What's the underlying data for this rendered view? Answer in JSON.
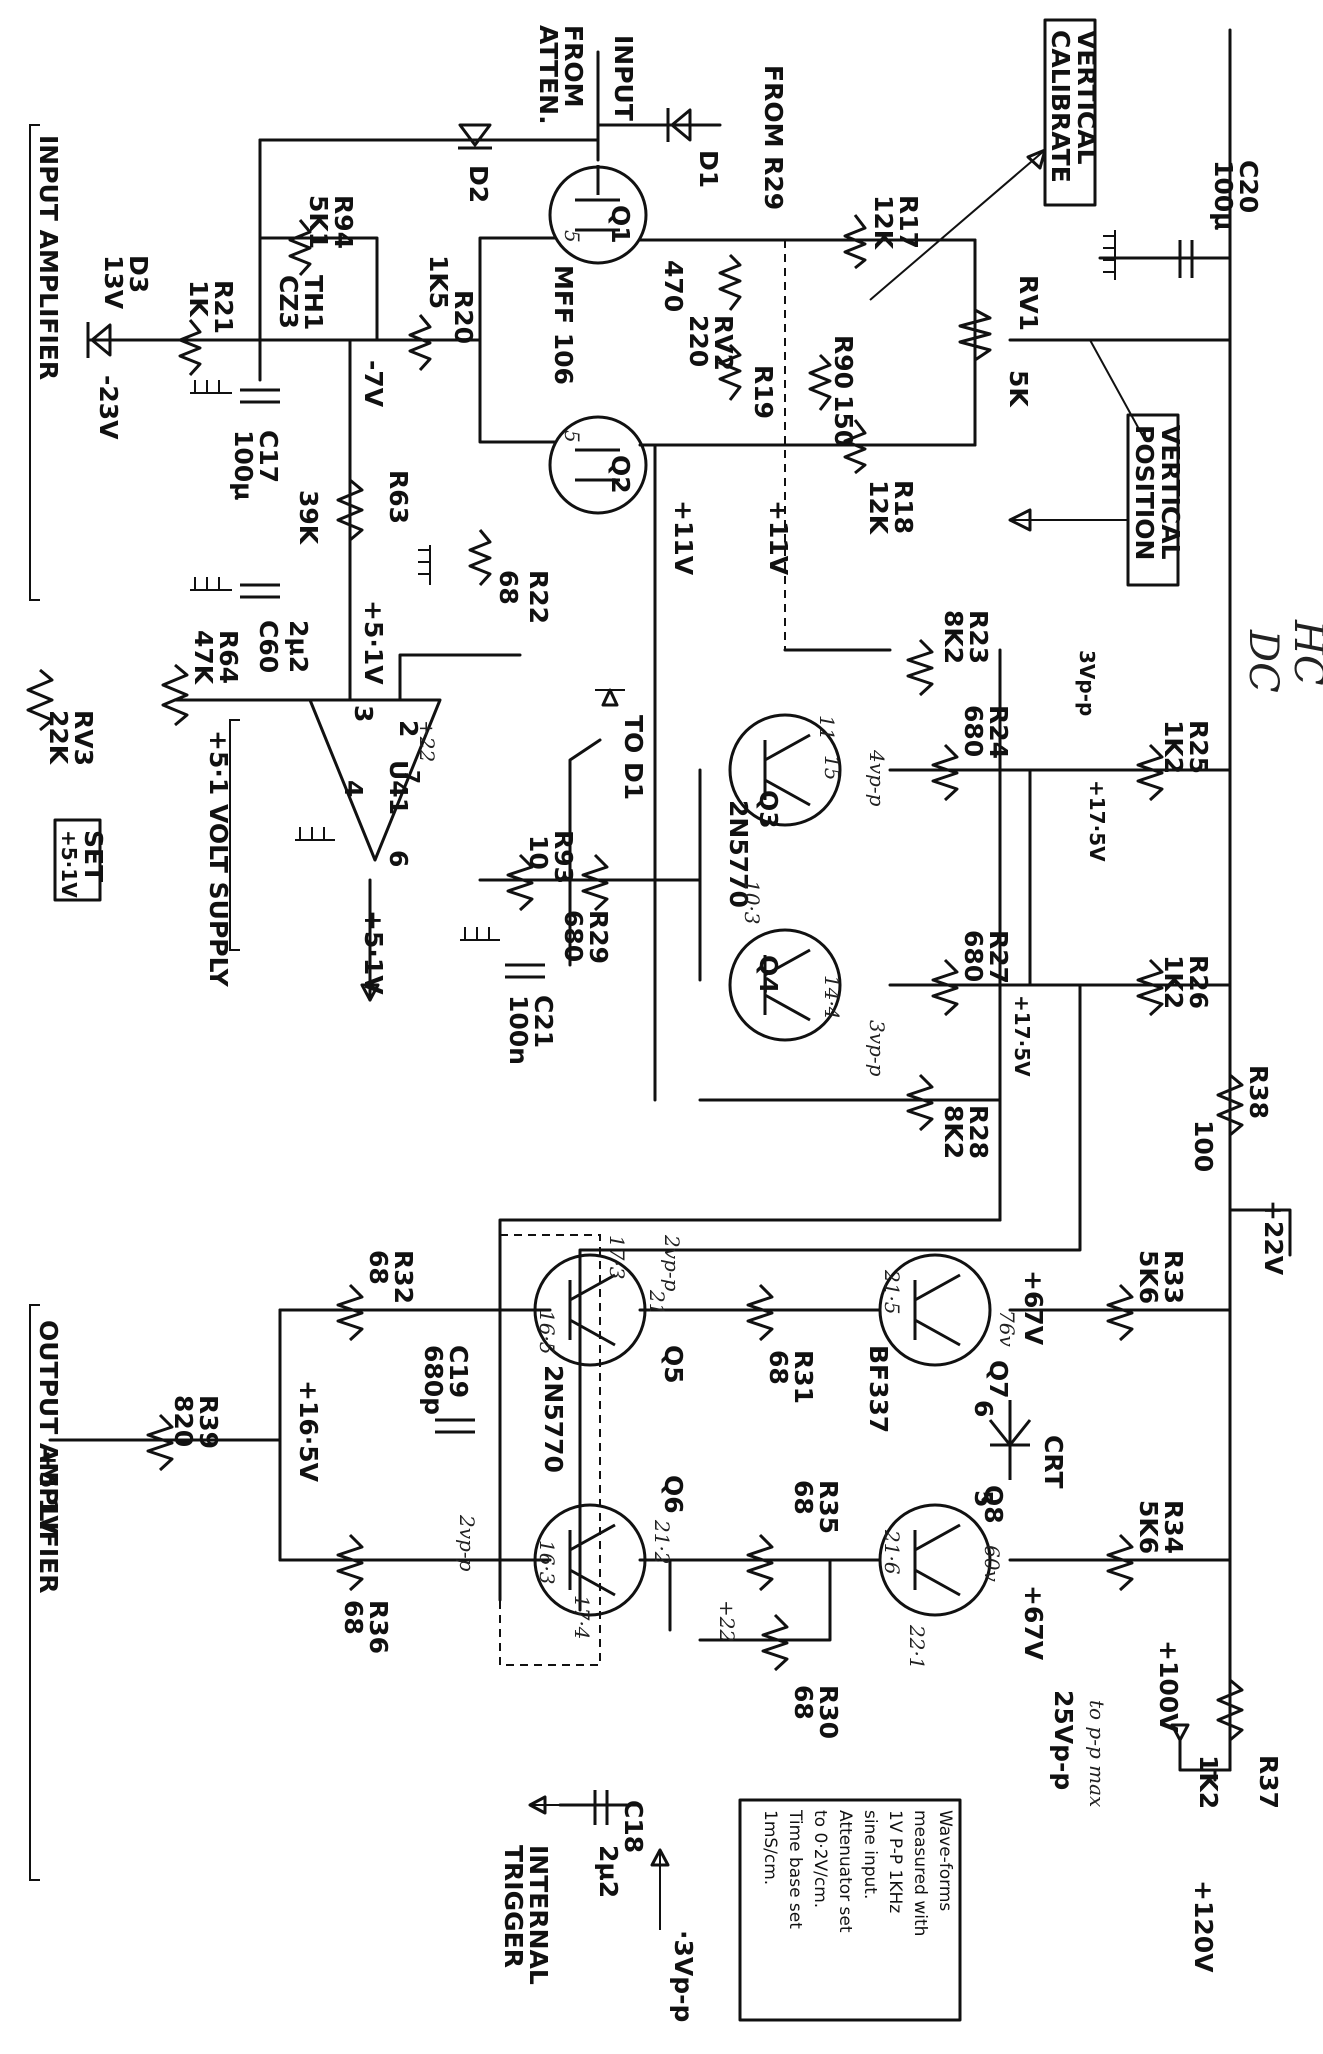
{
  "sections": {
    "input_amplifier": "INPUT AMPLIFIER",
    "output_amplifier": "OUTPUT AMPLIFIER",
    "supply_5v1": "+5·1 VOLT SUPPLY"
  },
  "boxes": {
    "vertical_calibrate_1": "VERTICAL",
    "vertical_calibrate_2": "CALIBRATE",
    "vertical_position_1": "VERTICAL",
    "vertical_position_2": "POSITION",
    "set_1": "SET",
    "set_2": "+5·1V"
  },
  "input": {
    "input": "INPUT",
    "from": "FROM",
    "atten": "ATTEN.",
    "from_r29": "FROM R29"
  },
  "rails": {
    "minus23": "-23V",
    "plus22": "+22V",
    "plus120": "+120V",
    "plus5v1_out": "+5·1V",
    "plus5v1_reg": "+5·1V",
    "plus67_a": "+67V",
    "plus67_b": "+67V",
    "plus100": "+100V",
    "internal_trigger_1": "INTERNAL",
    "internal_trigger_2": "TRIGGER",
    "to_d1": "TO D1",
    "crt": "CRT"
  },
  "voltages": {
    "v_minus7": "-7V",
    "v_5v1": "+5·1V",
    "v_11a": "+11V",
    "v_11b": "+11V",
    "v_175a": "+17·5V",
    "v_175b": "+17·5V",
    "v_165": "+16·5V",
    "v_3vpp_top": "3Vp-p",
    "v_3vpp_bottom": "·3Vp-p",
    "v_25vpp": "25Vp-p"
  },
  "resistors": {
    "r17": [
      "R17",
      "12K"
    ],
    "r18": [
      "R18",
      "12K"
    ],
    "rv1": [
      "RV1",
      "5K"
    ],
    "rv2": [
      "RV2",
      "220"
    ],
    "r19": [
      "R19",
      "470"
    ],
    "r90": [
      "R90",
      "150"
    ],
    "r20": [
      "R20",
      "1K5"
    ],
    "r94": [
      "R94",
      "5K1"
    ],
    "th1": [
      "TH1",
      "CZ3"
    ],
    "r21": [
      "R21",
      "1K"
    ],
    "r63": [
      "R63",
      "39K"
    ],
    "r22": [
      "R22",
      "68"
    ],
    "r64": [
      "R64",
      "47K"
    ],
    "rv3": [
      "RV3",
      "22K"
    ],
    "r23": [
      "R23",
      "8K2"
    ],
    "r24": [
      "R24",
      "680"
    ],
    "r25": [
      "R25",
      "1K2"
    ],
    "r26": [
      "R26",
      "1K2"
    ],
    "r27": [
      "R27",
      "680"
    ],
    "r28": [
      "R28",
      "8K2"
    ],
    "r29": [
      "R29",
      "680"
    ],
    "r93": [
      "R93",
      "10"
    ],
    "r38": [
      "R38",
      "100"
    ],
    "r33": [
      "R33",
      "5K6"
    ],
    "r34": [
      "R34",
      "5K6"
    ],
    "r37": [
      "R37",
      "1K2"
    ],
    "r31": [
      "R31",
      "68"
    ],
    "r35": [
      "R35",
      "68"
    ],
    "r30": [
      "R30",
      "68"
    ],
    "r32": [
      "R32",
      "68"
    ],
    "r36": [
      "R36",
      "68"
    ],
    "r39": [
      "R39",
      "820"
    ]
  },
  "capacitors": {
    "c20": [
      "C20",
      "100µ"
    ],
    "c17": [
      "C17",
      "100µ"
    ],
    "c60": [
      "C60",
      "2µ2"
    ],
    "c21": [
      "C21",
      "100n"
    ],
    "c19": [
      "C19",
      "680p"
    ],
    "c18": [
      "C18",
      "2µ2"
    ]
  },
  "semis": {
    "q1": "Q1",
    "q2": "Q2",
    "mff": "MFF 106",
    "q3": "Q3",
    "q4": "Q4",
    "n5770a": "2N5770",
    "q5": "Q5",
    "q6": "Q6",
    "n5770b": "2N5770",
    "q7": "Q7",
    "q8": "Q8",
    "bf337": "BF337",
    "d1": "D1",
    "d2": "D2",
    "d3": [
      "D3",
      "13V"
    ],
    "u41": "U41",
    "pin2": "2",
    "pin3": "3",
    "pin4": "4",
    "pin6": "6",
    "pin7": "7",
    "crt6": "6",
    "crt5": "5"
  },
  "note": [
    "Wave-forms",
    "measured with",
    "1V P-P 1KHz",
    "sine input.",
    "Attenuator set",
    "to 0·2V/cm.",
    "Time base set",
    "1mS/cm."
  ],
  "handwritten": {
    "hc": "HC",
    "dc": "DC",
    "q3_amp": "4vp-p",
    "q4_amp": "3vp-p",
    "q5_amp": "2vp-p",
    "q6_amp": "2vp-p",
    "q7_volts": "76v",
    "q8_volts": "60v",
    "q5_e": "16·5",
    "q6_e": "16·3",
    "q7_e": "21·5",
    "q8_e": "21·6",
    "q5_c": "21",
    "q6_c": "21·2",
    "q3_c": "15",
    "q4_c": "14·4",
    "q3_b": "11",
    "q4_b": "10·3",
    "q5_b": "17·3",
    "q6_b": "17·4",
    "v22": "+22",
    "v221": "22·1",
    "q1_pin": "5",
    "q2_pin": "5",
    "u41_v": "+22",
    "amp_note": "to p-p max"
  }
}
